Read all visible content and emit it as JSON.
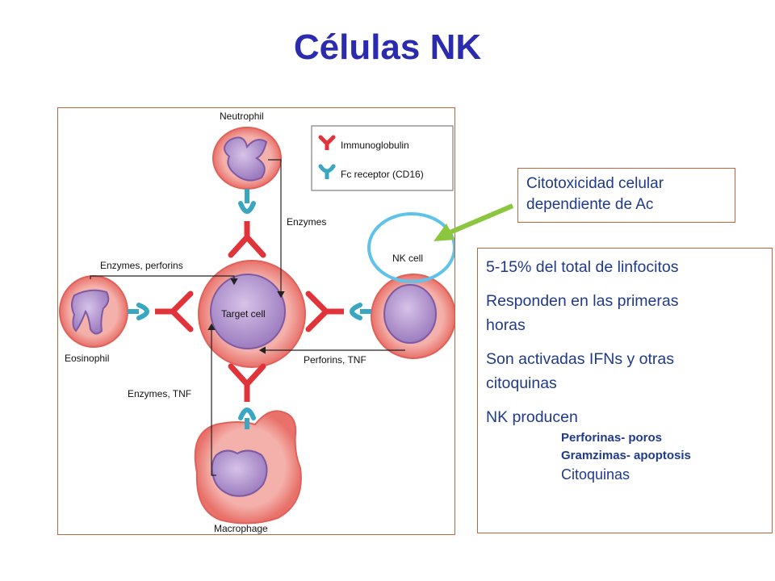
{
  "title": "Células NK",
  "figure": {
    "legend": {
      "immunoglobulin": "Immunoglobulin",
      "fc_receptor": "Fc receptor (CD16)"
    },
    "labels": {
      "neutrophil": "Neutrophil",
      "eosinophil": "Eosinophil",
      "macrophage": "Macrophage",
      "nk_cell": "NK cell",
      "target_cell": "Target cell",
      "enzymes": "Enzymes",
      "enzymes_perforins": "Enzymes, perforins",
      "perforins_tnf": "Perforins, TNF",
      "enzymes_tnf": "Enzymes, TNF"
    },
    "colors": {
      "cell_fill": "#f4a7a0",
      "nucleus": "#b79bd1",
      "antibody": "#e0333a",
      "receptor": "#3aa7c2",
      "highlight": "#5ec3ea"
    }
  },
  "callout": {
    "line1": "Citotoxicidad celular",
    "line2": "dependiente de Ac"
  },
  "info": {
    "p1": "5-15% del total de linfocitos",
    "p2a": "Responden en las primeras",
    "p2b": "horas",
    "p3a": "Son activadas IFNs y otras",
    "p3b": "citoquinas",
    "p4": "NK producen",
    "sub1": "Perforinas- poros",
    "sub2": "Gramzimas- apoptosis",
    "sub3": "Citoquinas"
  }
}
